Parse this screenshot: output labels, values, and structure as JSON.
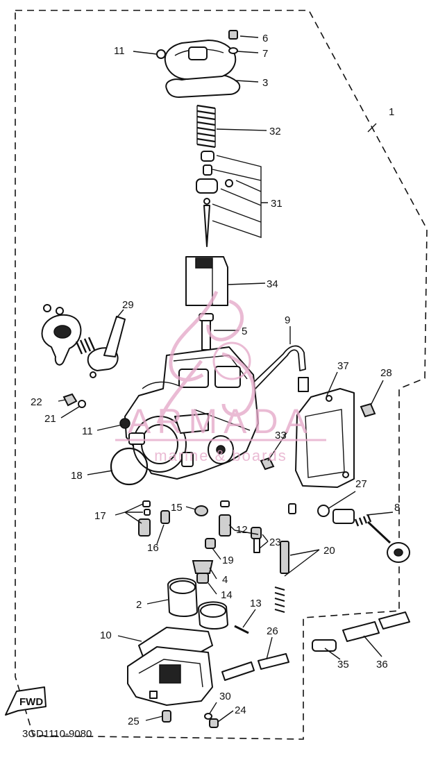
{
  "labels": {
    "p1": "1",
    "p2": "2",
    "p3": "3",
    "p4": "4",
    "p5": "5",
    "p6": "6",
    "p7": "7",
    "p8": "8",
    "p9": "9",
    "p10": "10",
    "p11a": "11",
    "p11b": "11",
    "p12": "12",
    "p13": "13",
    "p14": "14",
    "p15": "15",
    "p16": "16",
    "p17": "17",
    "p18": "18",
    "p19": "19",
    "p20": "20",
    "p21": "21",
    "p22": "22",
    "p23": "23",
    "p24": "24",
    "p25": "25",
    "p26": "26",
    "p27": "27",
    "p28": "28",
    "p29": "29",
    "p30": "30",
    "p31": "31",
    "p32": "32",
    "p33": "33",
    "p34": "34",
    "p35": "35",
    "p36": "36",
    "p37": "37"
  },
  "diagram_code": "3GD1110-9080",
  "fwd_label": "FWD",
  "watermark": {
    "brand": "ARMADA",
    "tagline": "marine & boards",
    "color": "#e5a9c9"
  }
}
